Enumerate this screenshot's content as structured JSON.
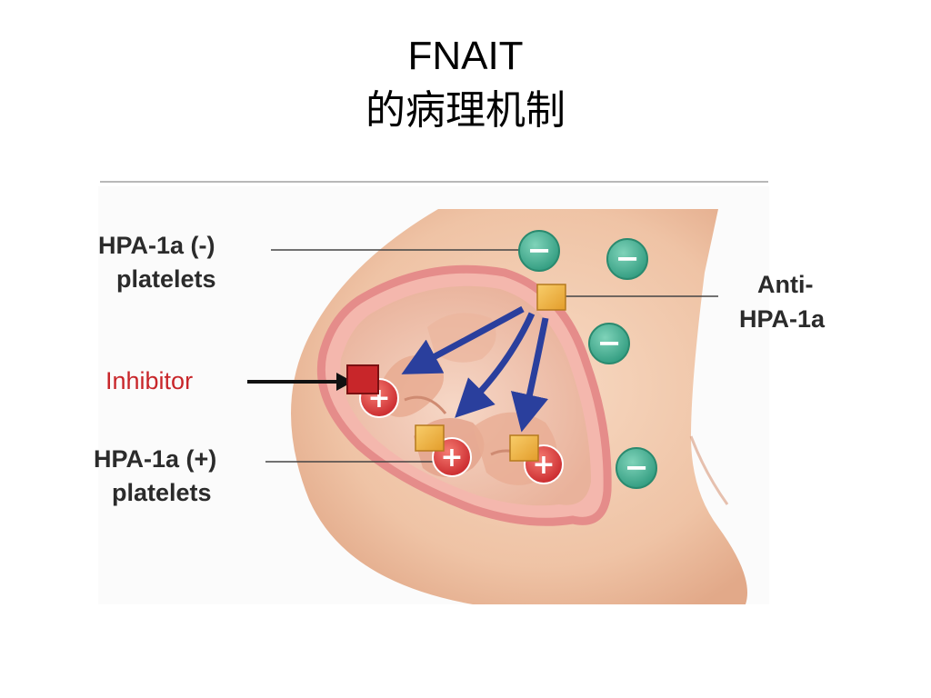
{
  "title": {
    "line1": "FNAIT",
    "line2": "的病理机制"
  },
  "labels": {
    "hpa_neg": {
      "line1": "HPA-1a (-)",
      "line2": "platelets"
    },
    "anti_hpa": {
      "line1": "Anti-",
      "line2": "HPA-1a"
    },
    "inhibitor": "Inhibitor",
    "hpa_pos": {
      "line1": "HPA-1a (+)",
      "line2": "platelets"
    }
  },
  "symbols": {
    "minus": "−",
    "plus": "+"
  },
  "colors": {
    "skin": "#f2cbb0",
    "uterus": "#e58c8a",
    "platelet_neg": "#4db79a",
    "platelet_pos": "#e23a3a",
    "antibody": "#f0b53f",
    "inhibitor": "#c8262a",
    "arrow": "#2a3f9d"
  }
}
